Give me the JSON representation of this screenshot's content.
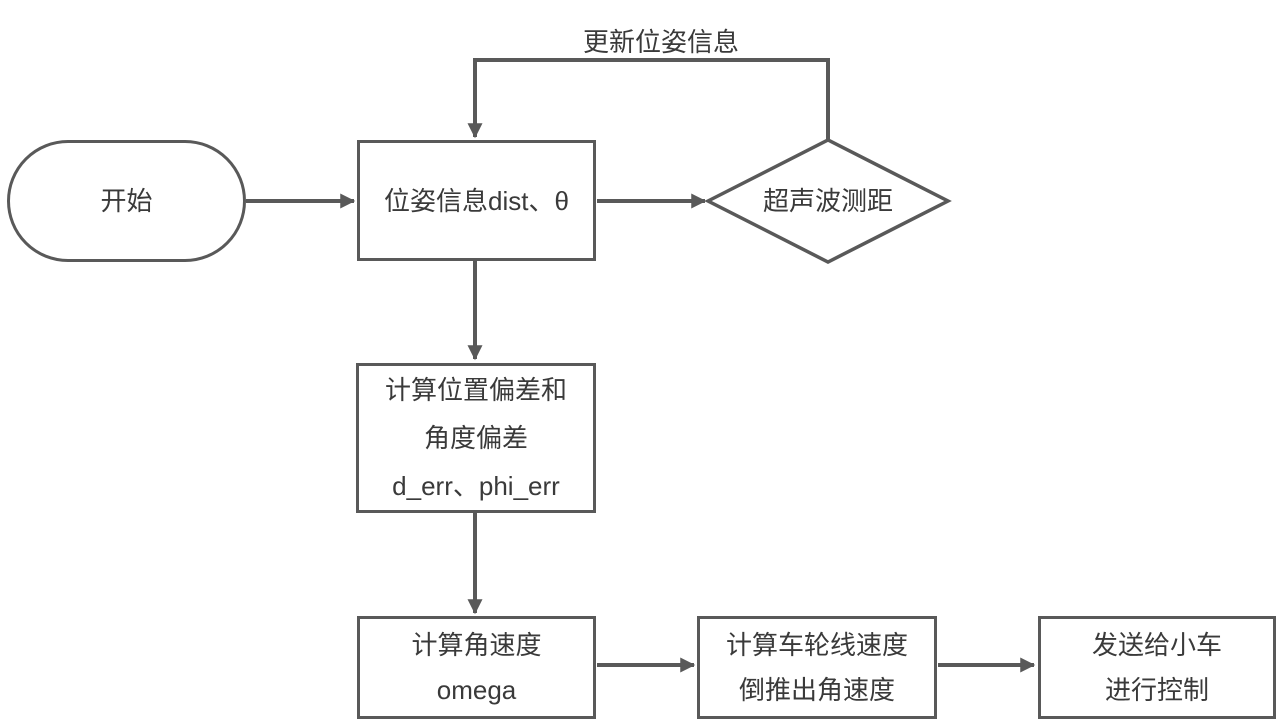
{
  "diagram": {
    "background_color": "#ffffff",
    "stroke_color": "#595959",
    "text_color": "#3a3a3a",
    "loop_label": "更新位姿信息",
    "nodes": {
      "start": {
        "type": "terminator",
        "lines": [
          "开始"
        ]
      },
      "pose": {
        "type": "process",
        "lines": [
          "位姿信息dist、θ"
        ]
      },
      "ultrasonic": {
        "type": "decision",
        "lines": [
          "超声波测距"
        ]
      },
      "error": {
        "type": "process",
        "lines": [
          "计算位置偏差和",
          "角度偏差",
          "d_err、phi_err"
        ]
      },
      "omega": {
        "type": "process",
        "lines": [
          "计算角速度",
          "omega"
        ]
      },
      "wheel": {
        "type": "process",
        "lines": [
          "计算车轮线速度",
          "倒推出角速度"
        ]
      },
      "send": {
        "type": "process",
        "lines": [
          "发送给小车",
          "进行控制"
        ]
      }
    },
    "edges": [
      {
        "from": "start",
        "to": "pose",
        "label": ""
      },
      {
        "from": "pose",
        "to": "ultrasonic",
        "label": ""
      },
      {
        "from": "ultrasonic",
        "to": "pose",
        "label": "更新位姿信息"
      },
      {
        "from": "pose",
        "to": "error",
        "label": ""
      },
      {
        "from": "error",
        "to": "omega",
        "label": ""
      },
      {
        "from": "omega",
        "to": "wheel",
        "label": ""
      },
      {
        "from": "wheel",
        "to": "send",
        "label": ""
      }
    ]
  }
}
